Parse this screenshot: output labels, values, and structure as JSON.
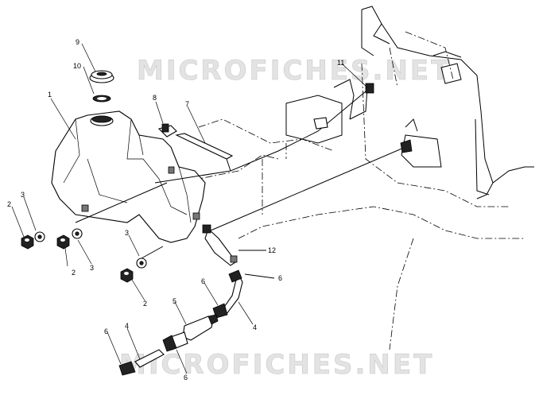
{
  "watermark": {
    "top": "MICROFICHES.NET",
    "bottom": "MICROFICHES.NET"
  },
  "callouts": {
    "c1": "1",
    "c2a": "2",
    "c2b": "2",
    "c2c": "2",
    "c3a": "3",
    "c3b": "3",
    "c3c": "3",
    "c4a": "4",
    "c4b": "4",
    "c5": "5",
    "c6a": "6",
    "c6b": "6",
    "c6c": "6",
    "c6d": "6",
    "c7": "7",
    "c8": "8",
    "c9": "9",
    "c10": "10",
    "c11": "11",
    "c12": "12"
  }
}
